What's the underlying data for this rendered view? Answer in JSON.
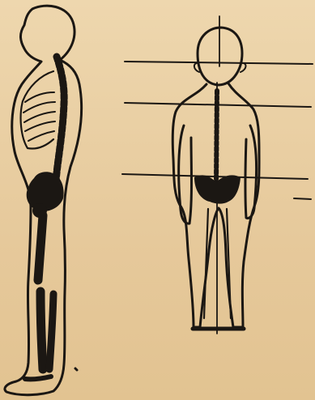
{
  "diagram": {
    "figures": [
      {
        "name": "side-view-figure"
      },
      {
        "name": "front-view-figure"
      }
    ],
    "guide_lines": [
      "head-level",
      "shoulder-level",
      "pelvis-level"
    ],
    "colors": {
      "paper": "#e8cfa4",
      "ink": "#1b1713"
    }
  }
}
